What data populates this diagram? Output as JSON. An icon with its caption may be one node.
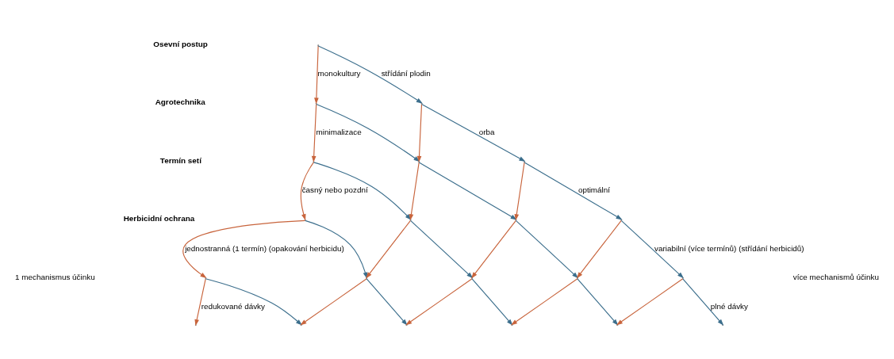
{
  "diagram": {
    "nodes": [
      {
        "text": [],
        "shape": "point"
      },
      {
        "text": [],
        "shape": "point"
      },
      {
        "text": [],
        "shape": "point"
      },
      {
        "text": [],
        "shape": "point"
      },
      {
        "text": [],
        "shape": "point"
      },
      {
        "text": [],
        "shape": "point"
      },
      {
        "text": [],
        "shape": "point"
      },
      {
        "text": [],
        "shape": "point"
      },
      {
        "text": [],
        "shape": "point"
      },
      {
        "text": [],
        "shape": "point"
      },
      {
        "text": [],
        "shape": "point"
      },
      {
        "text": [],
        "shape": "point"
      },
      {
        "text": [],
        "shape": "point"
      },
      {
        "text": [],
        "shape": "point"
      },
      {
        "text": [],
        "shape": "point"
      },
      {
        "text": [],
        "shape": "point"
      },
      {
        "text": [],
        "shape": "point"
      },
      {
        "text": [],
        "shape": "point"
      },
      {
        "text": [],
        "shape": "point"
      },
      {
        "text": [],
        "shape": "point"
      },
      {
        "text": [],
        "shape": "point"
      }
    ],
    "edges": [
      {
        "from": 0,
        "to": 1,
        "arrow": "to",
        "color": "#c8643c",
        "label": "monokultury"
      },
      {
        "from": 0,
        "to": 2,
        "arrow": "to",
        "color": "#3b6e8c",
        "label": "střídání plodin"
      },
      {
        "from": 1,
        "to": 3,
        "arrow": "to",
        "color": "#c8643c",
        "label": "minimalizace"
      },
      {
        "from": 1,
        "to": 4,
        "arrow": "to",
        "color": "#3b6e8c"
      },
      {
        "from": 2,
        "to": 4,
        "arrow": "to",
        "color": "#c8643c"
      },
      {
        "from": 2,
        "to": 5,
        "arrow": "to",
        "color": "#3b6e8c",
        "label": "orba"
      },
      {
        "from": 3,
        "to": 6,
        "arrow": "to",
        "color": "#c8643c",
        "label": "časný nebo pozdní"
      },
      {
        "from": 3,
        "to": 7,
        "arrow": "to",
        "color": "#3b6e8c"
      },
      {
        "from": 4,
        "to": 7,
        "arrow": "to",
        "color": "#c8643c"
      },
      {
        "from": 4,
        "to": 8,
        "arrow": "to",
        "color": "#3b6e8c"
      },
      {
        "from": 5,
        "to": 8,
        "arrow": "to",
        "color": "#c8643c"
      },
      {
        "from": 5,
        "to": 9,
        "arrow": "to",
        "color": "#3b6e8c",
        "label": "optimální"
      },
      {
        "from": 6,
        "to": 10,
        "arrow": "to",
        "color": "#c8643c",
        "label": "jednostranná (1 termín) (opakování herbicidu)"
      },
      {
        "from": 6,
        "to": 11,
        "arrow": "to",
        "color": "#3b6e8c"
      },
      {
        "from": 7,
        "to": 11,
        "arrow": "to",
        "color": "#c8643c"
      },
      {
        "from": 7,
        "to": 12,
        "arrow": "to",
        "color": "#3b6e8c"
      },
      {
        "from": 8,
        "to": 12,
        "arrow": "to",
        "color": "#c8643c"
      },
      {
        "from": 8,
        "to": 13,
        "arrow": "to",
        "color": "#3b6e8c"
      },
      {
        "from": 9,
        "to": 13,
        "arrow": "to",
        "color": "#c8643c"
      },
      {
        "from": 9,
        "to": 14,
        "arrow": "to",
        "color": "#3b6e8c",
        "label": "variabilní (více termínů) (střídání herbicidů)"
      },
      {
        "from": 10,
        "to": 15,
        "arrow": "to",
        "color": "#c8643c",
        "label": "redukované dávky"
      },
      {
        "from": 10,
        "to": 16,
        "arrow": "to",
        "color": "#3b6e8c"
      },
      {
        "from": 11,
        "to": 16,
        "arrow": "to",
        "color": "#c8643c"
      },
      {
        "from": 11,
        "to": 17,
        "arrow": "to",
        "color": "#3b6e8c"
      },
      {
        "from": 12,
        "to": 17,
        "arrow": "to",
        "color": "#c8643c"
      },
      {
        "from": 12,
        "to": 18,
        "arrow": "to",
        "color": "#3b6e8c"
      },
      {
        "from": 13,
        "to": 18,
        "arrow": "to",
        "color": "#c8643c"
      },
      {
        "from": 13,
        "to": 19,
        "arrow": "to",
        "color": "#3b6e8c"
      },
      {
        "from": 14,
        "to": 19,
        "arrow": "to",
        "color": "#c8643c"
      },
      {
        "from": 14,
        "to": 20,
        "arrow": "to",
        "color": "#3b6e8c",
        "label": "plné dávky"
      }
    ],
    "labels": [
      "Osevní postup",
      "Agrotechnika",
      "Termín setí",
      "Herbicidní ochrana",
      "1 mechanismus účinku",
      "více mechanismů účinku"
    ]
  }
}
